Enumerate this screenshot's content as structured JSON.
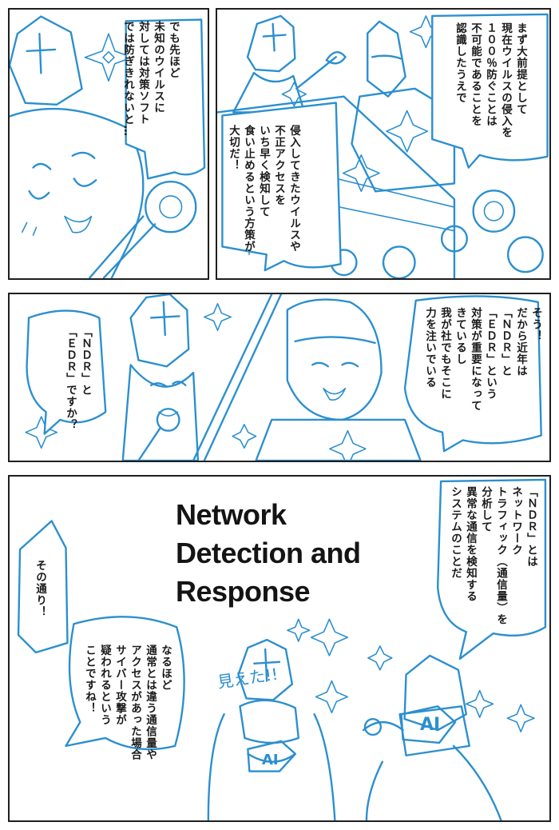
{
  "panels": {
    "p1": {
      "speech": "でも先ほど\n未知のウイルスに\n対しては対策ソフト\nでは防ぎきれないと…"
    },
    "p2": {
      "speech_a": "まず大前提として\n現在ウイルスの侵入を\n１００％防ぐことは\n不可能であることを\n認識したうえで",
      "speech_b": "侵入してきたウイルスや\n不正アクセスを\nいち早く検知して\n食い止めるという方策が\n大切だ！"
    },
    "p3": {
      "speech_a": "そう！\nだから近年は\n「ＮＤＲ」と\n「ＥＤＲ」という\n対策が重要になって\nきているし\n我が社でもそこに\n力を注いでいる",
      "speech_b": "「ＮＤＲ」と\n「ＥＤＲ」ですか？"
    },
    "p4": {
      "headline": "Network\nDetection and\nResponse",
      "speech_a": "「ＮＤＲ」とは\nネットワーク\nトラフィック（通信量）を\n分析して\n異常な通信を検知する\nシステムのことだ",
      "speech_b": "その通り！",
      "speech_c": "なるほど\n通常とは違う通信量や\nアクセスがあった場合\nサイバー攻撃が\n疑われるという\nことですね！",
      "sfx": "見えた!!",
      "badge_left": "AI",
      "badge_right": "AI"
    }
  },
  "colors": {
    "line": "#2b8fcf",
    "border": "#1f1f1f",
    "text": "#1a1a1a"
  }
}
